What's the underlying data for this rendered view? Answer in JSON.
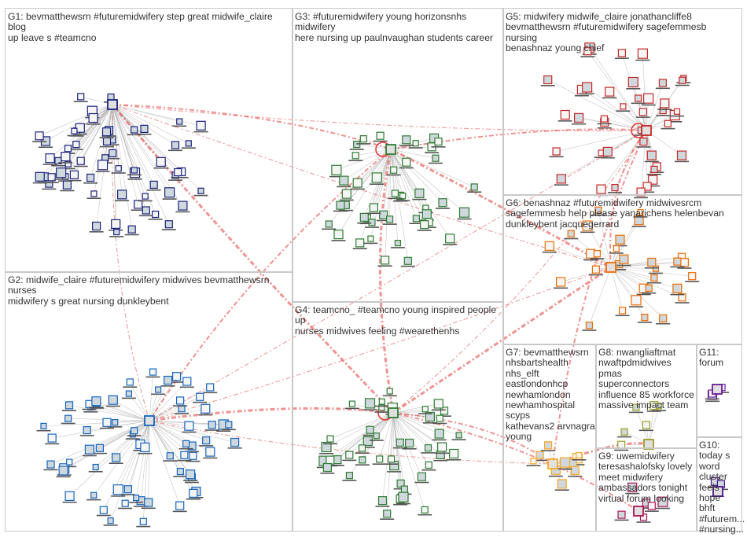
{
  "groups": [
    {
      "id": "G1",
      "label": "G1: bevmatthewsrn #futuremidwifery step great midwife_claire blog\nup leave s #teamcno",
      "color": "#1a237e"
    },
    {
      "id": "G2",
      "label": "G2: midwife_claire #futuremidwifery midwives bevmatthewsrn nurses\nmidwifery s great nursing dunkleybent",
      "color": "#1565c0"
    },
    {
      "id": "G3",
      "label": "G3: #futuremidwifery young horizonsnhs midwifery\nhere nursing up paulnvaughan students career",
      "color": "#2e7d32"
    },
    {
      "id": "G4",
      "label": "G4: teamcno_ #teamcno young inspired people up\nnurses midwives feeling #wearethenhs",
      "color": "#2e7d32"
    },
    {
      "id": "G5",
      "label": "G5: midwifery midwife_claire jonathancliffe8\nbevmatthewsrn #futuremidwifery sagefemmesb nursing\nbenashnaz young chief",
      "color": "#c62828"
    },
    {
      "id": "G6",
      "label": "G6: benashnaz #futuremidwifery midwivesrcm\nsagefemmesb help please yanarichens helenbevan\ndunkleybent jacquegerrard",
      "color": "#ef6c00"
    },
    {
      "id": "G7",
      "label": "G7: bevmatthewsrn\nnhsbartshealth\nnhs_elft\neastlondonhcp\nnewhamlondon\nnewhamhospital scyps\nkathevans2 arvnagra\nyoung",
      "color": "#f9a825"
    },
    {
      "id": "G8",
      "label": "G8: nwangliaftmat\nnwaftpdmidwives pmas\nsuperconnectors\ninfluence 85 workforce\nmassive impact team",
      "color": "#9e9d24"
    },
    {
      "id": "G9",
      "label": "G9: uwemidwifery\nteresashalofsky lovely\nmeet midwifery\nambassadors tonight\nvirtual forum looking",
      "color": "#ad1457"
    },
    {
      "id": "G10",
      "label": "G10:\ntoday s\nword\ncluster\nfeels hope\nbhft\n#futurem...\n#nursing...",
      "color": "#4a148c"
    },
    {
      "id": "G11",
      "label": "G11:\nforum",
      "color": "#6a1b9a"
    }
  ],
  "edge_color": "#e53935",
  "background": "#ffffff"
}
